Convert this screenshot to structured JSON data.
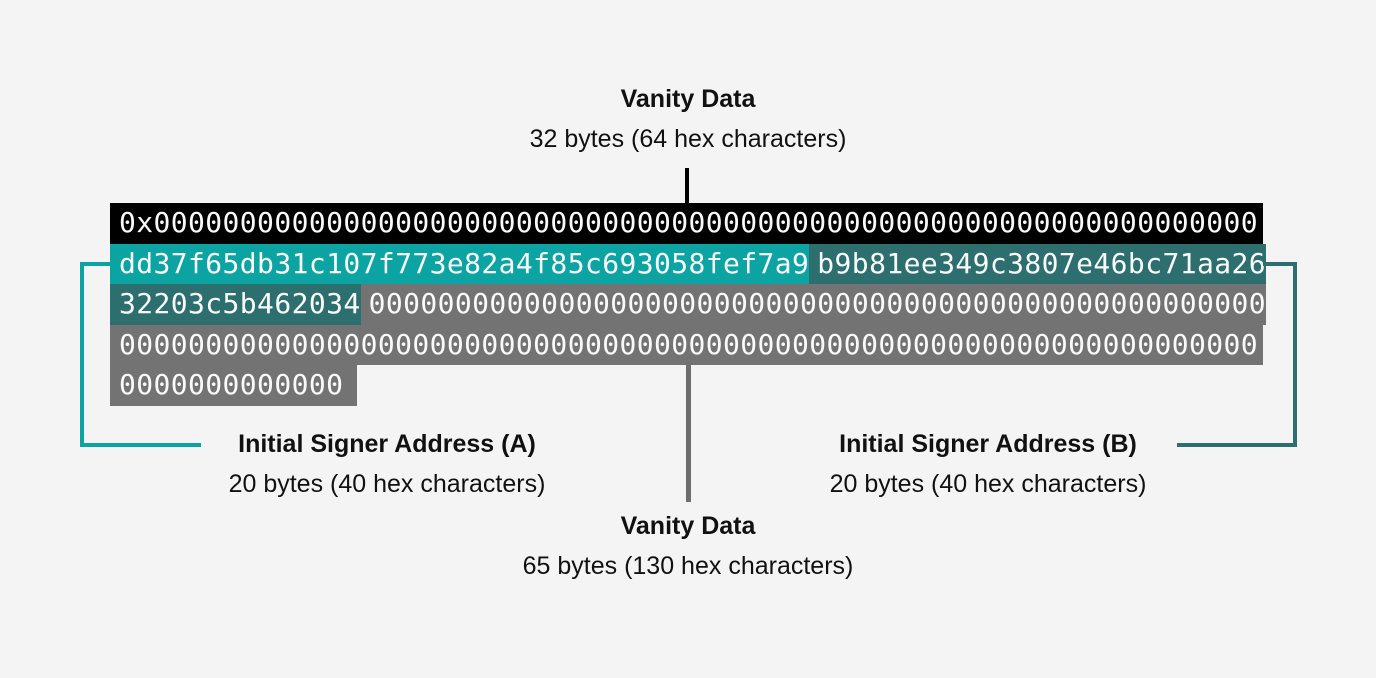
{
  "diagram_title": "Vanity data and initial signer layout",
  "colors": {
    "background": "#f4f4f4",
    "black": "#000000",
    "signer_a_teal": "#0ca3a3",
    "signer_b_teal": "#2d6f6f",
    "vanity_gray": "#737373",
    "connector_gray": "#6e6e6e",
    "hex_text": "#fafafa",
    "label_text": "#111111"
  },
  "labels": {
    "vanity_top": {
      "title": "Vanity Data",
      "subtitle": "32 bytes (64 hex characters)"
    },
    "signer_a": {
      "title": "Initial Signer Address (A)",
      "subtitle": "20 bytes (40 hex characters)"
    },
    "signer_b": {
      "title": "Initial Signer Address (B)",
      "subtitle": "20 bytes (40 hex characters)"
    },
    "vanity_bottom": {
      "title": "Vanity Data",
      "subtitle": "65 bytes (130 hex characters)"
    }
  },
  "hex_block": {
    "prefix": "0x",
    "vanity_top_zeros": "0000000000000000000000000000000000000000000000000000000000000000",
    "signer_a_address": "dd37f65db31c107f773e82a4f85c693058fef7a9",
    "signer_b_address_part1": "b9b81ee349c3807e46bc71aa26",
    "signer_b_address_part2": "32203c5b462034",
    "vanity_bottom_zeros_row3": "0000000000000000000000000000000000000000000000000000",
    "vanity_bottom_zeros_row4": "000000000000000000000000000000000000000000000000000000000000000000",
    "vanity_bottom_zeros_row5": "0000000000000"
  }
}
